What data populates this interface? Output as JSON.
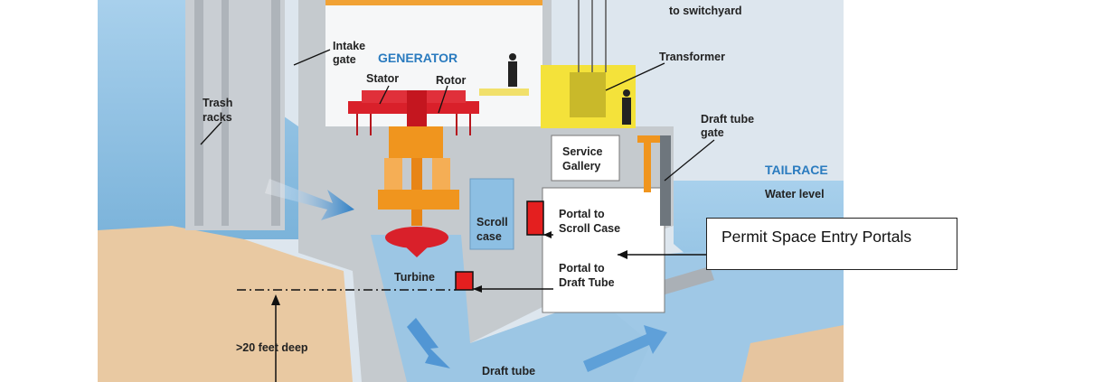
{
  "labels": {
    "switchyard": "to switchyard",
    "intake_gate": [
      "Intake",
      "gate"
    ],
    "generator": "GENERATOR",
    "stator": "Stator",
    "rotor": "Rotor",
    "transformer": "Transformer",
    "trash_racks": [
      "Trash",
      "racks"
    ],
    "draft_tube_gate": [
      "Draft tube",
      "gate"
    ],
    "service_gallery": [
      "Service",
      "Gallery"
    ],
    "tailrace": "TAILRACE",
    "water_level": "Water level",
    "scroll_case": [
      "Scroll",
      "case"
    ],
    "portal_scroll": [
      "Portal to",
      "Scroll Case"
    ],
    "portal_draft": [
      "Portal to",
      "Draft Tube"
    ],
    "turbine": "Turbine",
    "depth": ">20 feet deep",
    "draft_tube": "Draft tube"
  },
  "callout": {
    "text": "Permit Space Entry Portals"
  },
  "colors": {
    "water": "#8fc0e2",
    "concrete": "#c8cdd2",
    "soil": "#e9c9a2",
    "generator_red": "#d9202a",
    "turbine_orange": "#f0951e",
    "portal_red": "#e41f1f",
    "transformer_yellow": "#f4e23a",
    "tailrace_blue": "#2a7bbf"
  }
}
